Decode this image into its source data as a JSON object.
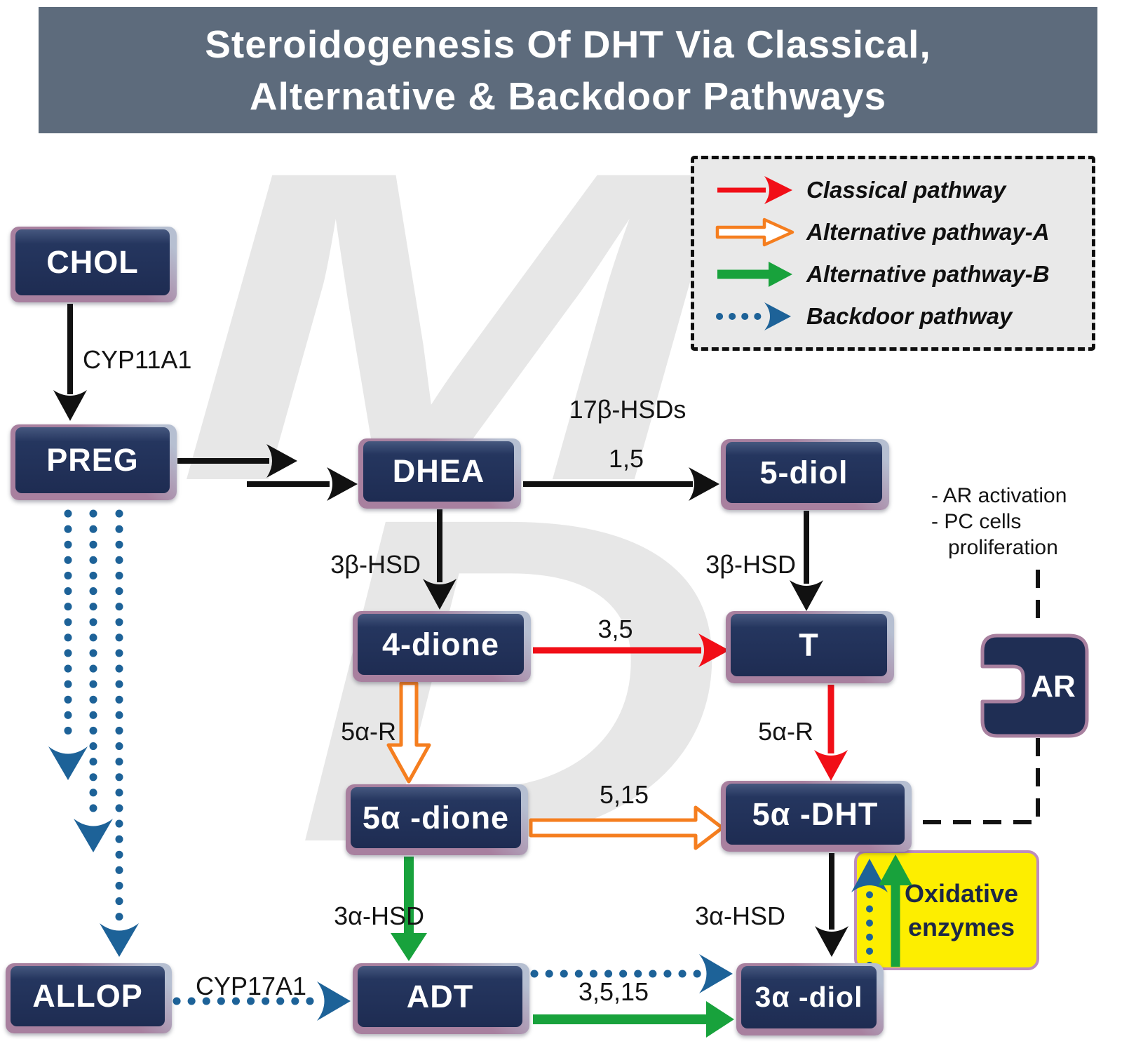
{
  "title": {
    "line1": "Steroidogenesis Of DHT Via Classical,",
    "line2": "Alternative & Backdoor Pathways"
  },
  "watermark": {
    "top": "M",
    "bottom": "D"
  },
  "legend": {
    "items": [
      {
        "label": "Classical pathway"
      },
      {
        "label": "Alternative pathway-A"
      },
      {
        "label": "Alternative pathway-B"
      },
      {
        "label": "Backdoor pathway"
      }
    ]
  },
  "nodes": {
    "chol": {
      "label": "CHOL"
    },
    "preg": {
      "label": "PREG"
    },
    "dhea": {
      "label": "DHEA"
    },
    "five_diol": {
      "label": "5-diol"
    },
    "four_dione": {
      "label": "4-dione"
    },
    "t": {
      "label": "T"
    },
    "five_a_dione": {
      "label": "5α -dione"
    },
    "five_a_dht": {
      "label": "5α -DHT"
    },
    "adt": {
      "label": "ADT"
    },
    "three_a_diol": {
      "label": "3α -diol"
    },
    "allop": {
      "label": "ALLOP"
    },
    "ar": {
      "label": "AR"
    }
  },
  "enzymes": {
    "cyp11a1": "CYP11A1",
    "hsd17b": "17β-HSDs",
    "one_five": "1,5",
    "hsd3b_left": "3β-HSD",
    "hsd3b_right": "3β-HSD",
    "three_five": "3,5",
    "five_a_r_left": "5α-R",
    "five_a_r_right": "5α-R",
    "five_fifteen": "5,15",
    "hsd3a_left": "3α-HSD",
    "hsd3a_right": "3α-HSD",
    "three_five_fifteen": "3,5,15",
    "cyp17a1": "CYP17A1"
  },
  "side_note": {
    "line1": "- AR activation",
    "line2": "- PC cells",
    "line3": "proliferation"
  },
  "oxidative_box": {
    "line1": "Oxidative",
    "line2": "enzymes"
  },
  "colors": {
    "classical": "#f10e17",
    "alternative_a": "#f57e1f",
    "alternative_b": "#18a23c",
    "backdoor": "#1d6298",
    "node_bg": "#1f2e54",
    "node_trim": "#a8809f",
    "title_bar": "#5d6b7c",
    "highlight_box": "#fdee00"
  }
}
